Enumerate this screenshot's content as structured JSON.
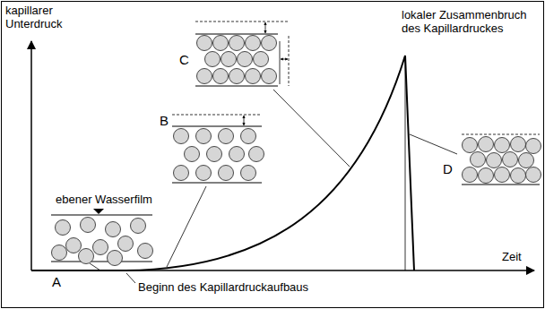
{
  "diagram": {
    "labels": [
      "kapillarer Unterdruck",
      "lokaler Zusammenbruch des Kapillardruckes",
      "C",
      "ebener Wasserfilm",
      "B",
      "D",
      "A",
      "Beginn des Kapillardruckaufbaus",
      "Zeit"
    ]
  }
}
